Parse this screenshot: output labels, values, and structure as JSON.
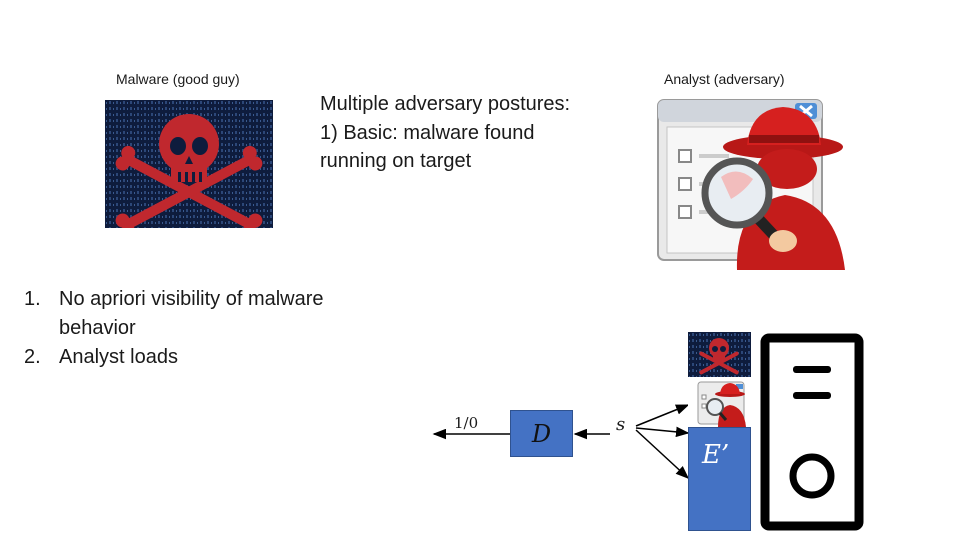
{
  "captions": {
    "malware": "Malware (good guy)",
    "analyst": "Analyst (adversary)"
  },
  "postures": {
    "line1": "Multiple adversary postures:",
    "line2": "1) Basic: malware found",
    "line3": "running on target"
  },
  "list": [
    {
      "num": "1.",
      "line1": "No apriori visibility of malware",
      "line2": "behavior"
    },
    {
      "num": "2.",
      "line1": "Analyst loads",
      "line2": ""
    }
  ],
  "diagram": {
    "io_label": "1/0",
    "decoder_label": "D",
    "signal_label": "s",
    "env_label": "E’"
  },
  "icons": {
    "malware": "skull-crossbones-icon",
    "analyst": "spy-magnifier-icon",
    "computer": "computer-tower-icon"
  },
  "colors": {
    "box_fill": "#4472c4",
    "skull_red": "#c0282e",
    "malware_bg": "#0e1c3d",
    "spy_red": "#d6201f"
  }
}
